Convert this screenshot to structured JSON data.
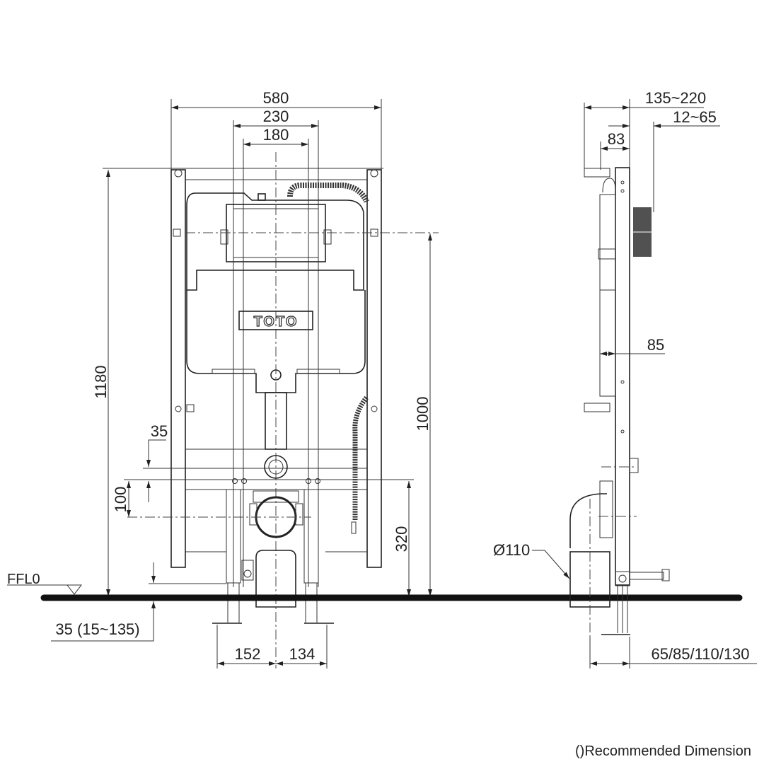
{
  "drawing": {
    "brand_label": "TOTO",
    "floor_label": "FFL0",
    "footnote": "()Recommended Dimension"
  },
  "front_view": {
    "dimensions": {
      "frame_width": "580",
      "support_spacing": "230",
      "inner_spacing": "180",
      "frame_height": "1180",
      "button_center_height": "1000",
      "drain_height": "320",
      "offset_35": "35",
      "offset_100": "100",
      "floor_offset": "35 (15~135)",
      "foot_left": "152",
      "foot_right": "134"
    }
  },
  "side_view": {
    "dimensions": {
      "wall_depth": "135~220",
      "panel_projection": "12~65",
      "bracket_depth": "83",
      "frame_depth": "85",
      "pipe_diameter": "Ø110",
      "foot_options": "65/85/110/130"
    }
  }
}
